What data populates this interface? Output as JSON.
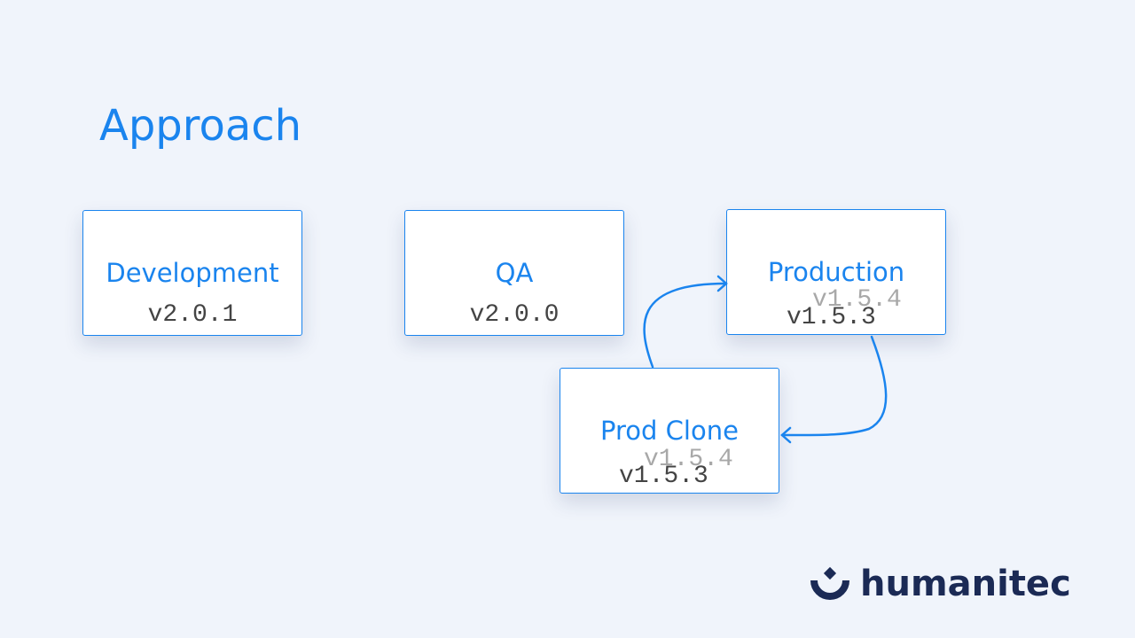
{
  "title": "Approach",
  "environments": [
    {
      "name": "Development",
      "version": "v2.0.1"
    },
    {
      "name": "QA",
      "version": "v2.0.0"
    },
    {
      "name": "Production",
      "version": "v1.5.3",
      "next_version": "v1.5.4"
    },
    {
      "name": "Prod Clone",
      "version": "v1.5.3",
      "next_version": "v1.5.4"
    }
  ],
  "logo": "humanitec",
  "colors": {
    "accent": "#1a84ee",
    "logo": "#1b2a55",
    "background": "#f0f4fb"
  }
}
